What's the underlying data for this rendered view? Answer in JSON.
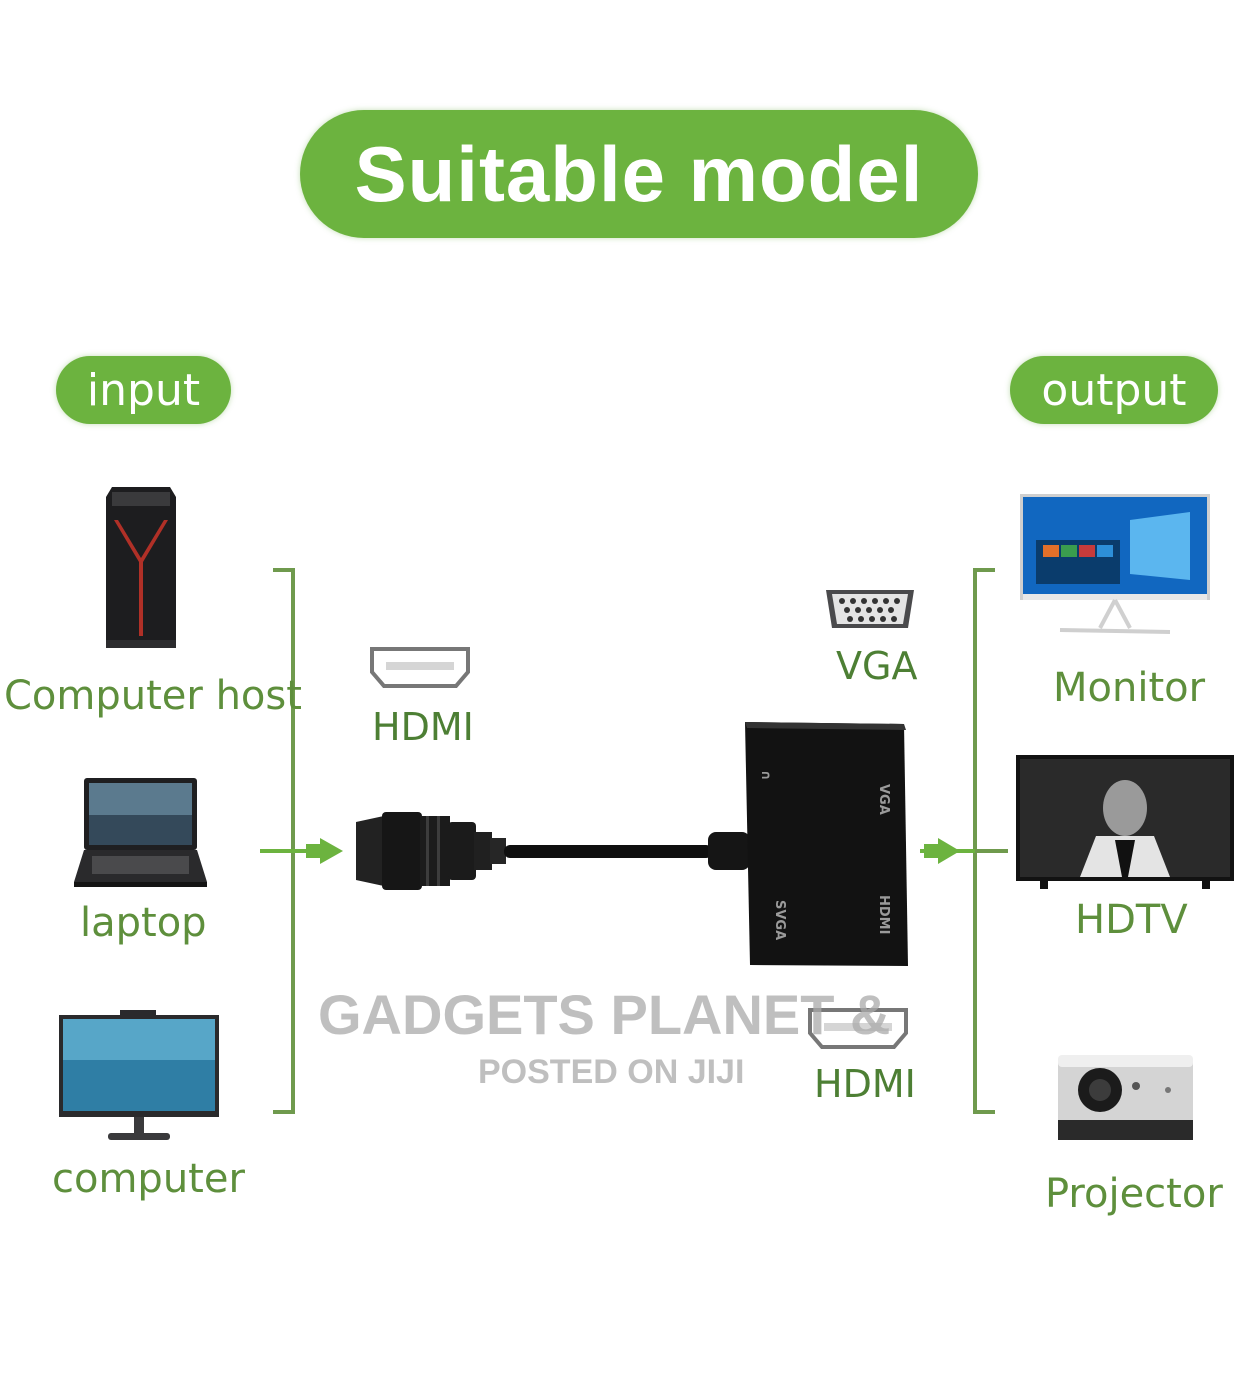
{
  "title": "Suitable model",
  "input": {
    "label": "input",
    "devices": [
      "Computer host",
      "laptop",
      "computer"
    ]
  },
  "output": {
    "label": "output",
    "devices": [
      "Monitor",
      "HDTV",
      "Projector"
    ]
  },
  "ports": {
    "hdmi_in": "HDMI",
    "vga_out": "VGA",
    "hdmi_out": "HDMI"
  },
  "adapter_marks": {
    "audio": "∩",
    "vga": "VGA",
    "hdmi": "HDMI",
    "svga": "SVGA"
  },
  "watermark": {
    "line1": "GADGETS PLANET &",
    "line2": "POSTED ON JIJI"
  },
  "colors": {
    "accent_green": "#6cb33f",
    "label_green": "#5e8f3c",
    "bracket_green": "#6f9a4d"
  },
  "icons": [
    "pc-tower-icon",
    "laptop-icon",
    "all-in-one-computer-icon",
    "hdmi-port-icon",
    "vga-port-icon",
    "monitor-icon",
    "tv-icon",
    "projector-icon"
  ]
}
